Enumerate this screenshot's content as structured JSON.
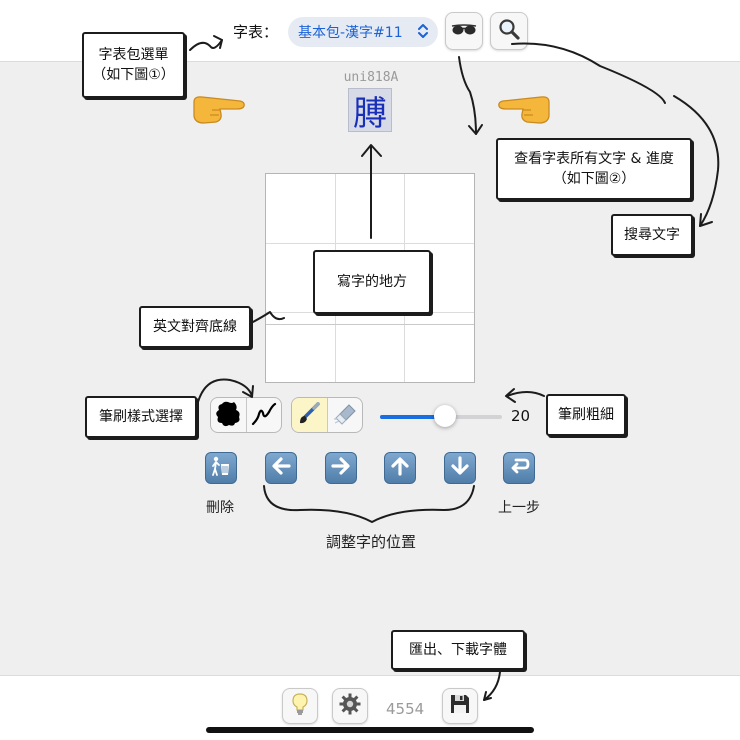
{
  "header": {
    "label": "字表：",
    "charset_select": {
      "value": "基本包-漢字#11"
    },
    "view_all_icon": "glasses-icon",
    "search_icon": "magnifier-icon"
  },
  "glyph": {
    "code": "uni818A",
    "char": "膊"
  },
  "notes": {
    "charset_menu": {
      "line1": "字表包選單",
      "line2": "（如下圖①）"
    },
    "view_all": {
      "line1": "查看字表所有文字 & 進度",
      "line2": "（如下圖②）"
    },
    "search": "搜尋文字",
    "write_area": "寫字的地方",
    "baseline": "英文對齊底線",
    "brush_style": "筆刷樣式選擇",
    "brush_size": "筆刷粗細",
    "export": "匯出、下載字體"
  },
  "toolbar": {
    "brush_size": {
      "value": "20",
      "fraction": 0.53
    },
    "delete_label": "刪除",
    "undo_label": "上一步",
    "adjust_label": "調整字的位置"
  },
  "bottom": {
    "count": "4554"
  },
  "colors": {
    "accent": "#1a6fe0",
    "glyph": "#1a2fb8",
    "hand": "#f4b73c"
  }
}
